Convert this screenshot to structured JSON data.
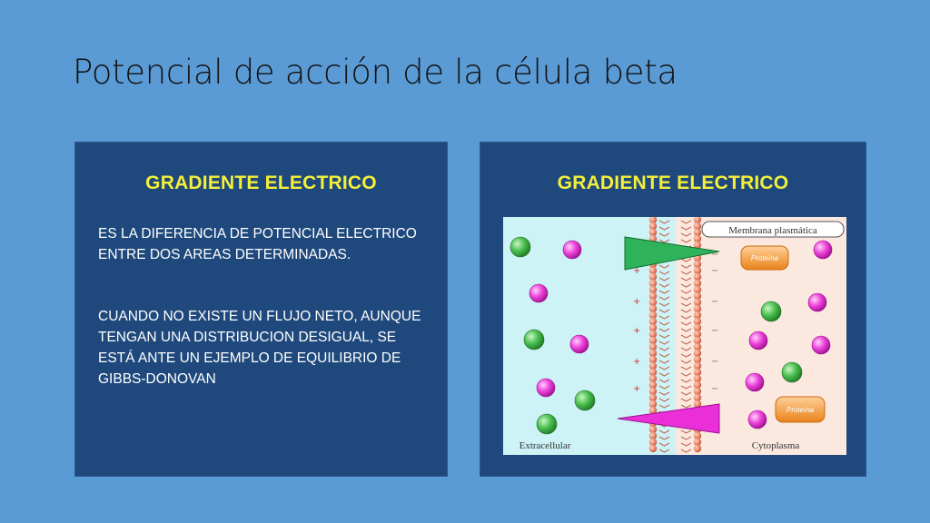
{
  "slide": {
    "title": "Potencial de acción de la célula beta"
  },
  "left_panel": {
    "heading": "GRADIENTE ELECTRICO",
    "paragraph_1": "ES LA DIFERENCIA DE POTENCIAL ELECTRICO ENTRE DOS AREAS DETERMINADAS.",
    "paragraph_2": "CUANDO NO EXISTE UN FLUJO NETO, AUNQUE TENGAN UNA DISTRIBUCION DESIGUAL, SE ESTÁ ANTE UN EJEMPLO DE EQUILIBRIO DE GIBBS-DONOVAN"
  },
  "right_panel": {
    "heading": "GRADIENTE ELECTRICO",
    "diagram": {
      "membrane_label": "Membrana plasmática",
      "left_region_label": "Extracellular",
      "right_region_label": "Cytoplasma",
      "protein_label": "Proteína",
      "cation_symbol": "+",
      "anion_symbol": "−"
    }
  },
  "colors": {
    "background": "#5b9bd5",
    "panel": "#1f497d",
    "heading": "#f4ef3a",
    "extracellular": "#cdf3f7",
    "cytoplasm": "#fbe9df",
    "cation": "#33a83a",
    "anion": "#e020d0",
    "protein": "#f08a1e"
  }
}
